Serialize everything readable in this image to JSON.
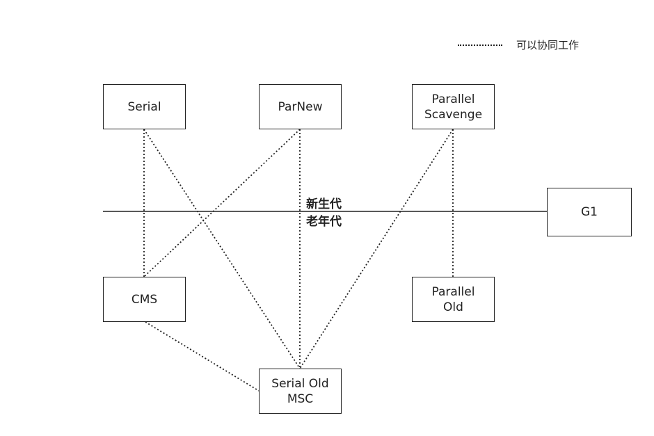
{
  "legend": {
    "text": "可以协同工作"
  },
  "divider": {
    "upper_label": "新生代",
    "lower_label": "老年代"
  },
  "nodes": {
    "serial": "Serial",
    "parnew": "ParNew",
    "parallel_scavenge": "Parallel\nScavenge",
    "g1": "G1",
    "cms": "CMS",
    "parallel_old": "Parallel\nOld",
    "serial_old": "Serial Old\nMSC"
  },
  "connections": [
    {
      "from": "serial",
      "to": "cms"
    },
    {
      "from": "serial",
      "to": "serial_old"
    },
    {
      "from": "parnew",
      "to": "cms"
    },
    {
      "from": "parnew",
      "to": "serial_old"
    },
    {
      "from": "parallel_scavenge",
      "to": "serial_old"
    },
    {
      "from": "parallel_scavenge",
      "to": "parallel_old"
    },
    {
      "from": "cms",
      "to": "serial_old"
    }
  ]
}
